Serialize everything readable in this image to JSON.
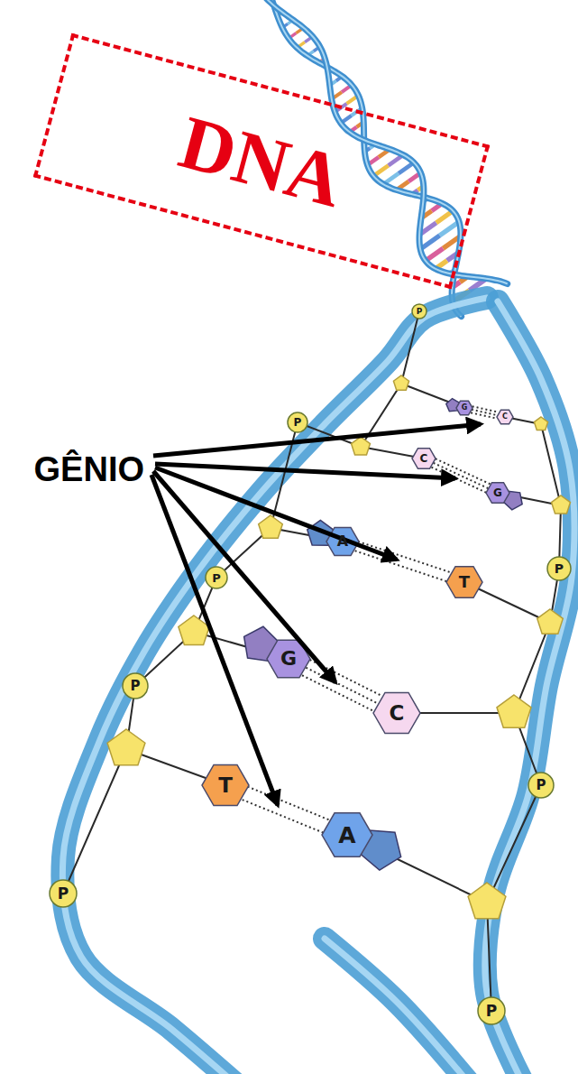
{
  "diagram": {
    "nodes": [
      {
        "text": [
          "DNA"
        ]
      }
    ],
    "labels": [
      "GÊNIO",
      "P",
      "G",
      "C",
      "P",
      "C",
      "G",
      "A",
      "P",
      "P",
      "T",
      "G",
      "P",
      "C",
      "T",
      "P",
      "A",
      "P",
      "P"
    ]
  }
}
